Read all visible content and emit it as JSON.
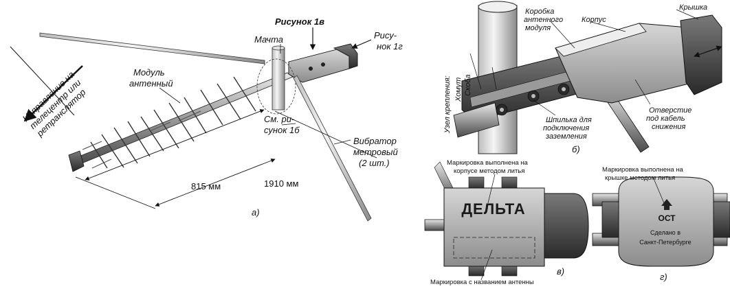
{
  "figure_a": {
    "direction_line1": "Направление на",
    "direction_line2": "телецентр или",
    "direction_line3": "ретранслятор",
    "mast": "Мачта",
    "figure_1v": "Рисунок 1в",
    "figure_1g_line1": "Рису-",
    "figure_1g_line2": "нок 1г",
    "module_line1": "Модуль",
    "module_line2": "антенный",
    "see_fig_line1": "См. ри-",
    "see_fig_line2": "сунок 1б",
    "vibrator_line1": "Вибратор",
    "vibrator_line2": "метровый",
    "vibrator_line3": "(2 шт.)",
    "dim_815": "815 мм",
    "dim_1910": "1910 мм",
    "caption": "а)"
  },
  "figure_b": {
    "box_line1": "Коробка",
    "box_line2": "антенного",
    "box_line3": "модуля",
    "body": "Корпус",
    "lid": "Крышка",
    "mount_line1": "Узел крепления:",
    "clamp": "Хомут",
    "bracket": "Скоба",
    "stud_line1": "Шпилька для",
    "stud_line2": "подключения",
    "stud_line3": "заземления",
    "hole_line1": "Отверстие",
    "hole_line2": "под кабель",
    "hole_line3": "снижения",
    "caption": "б)"
  },
  "figure_v": {
    "marking_top_line1": "Маркировка выполнена на",
    "marking_top_line2": "корпусе методом литья",
    "logo": "ДЕЛЬТА",
    "marking_bottom": "Маркировка с названием антенны",
    "caption": "в)"
  },
  "figure_g": {
    "marking_line1": "Маркировка выполнена на",
    "marking_line2": "крышке методом литья",
    "ost": "ОСТ",
    "made_line1": "Сделано  в",
    "made_line2": "Санкт-Петербурге",
    "caption": "г)"
  }
}
